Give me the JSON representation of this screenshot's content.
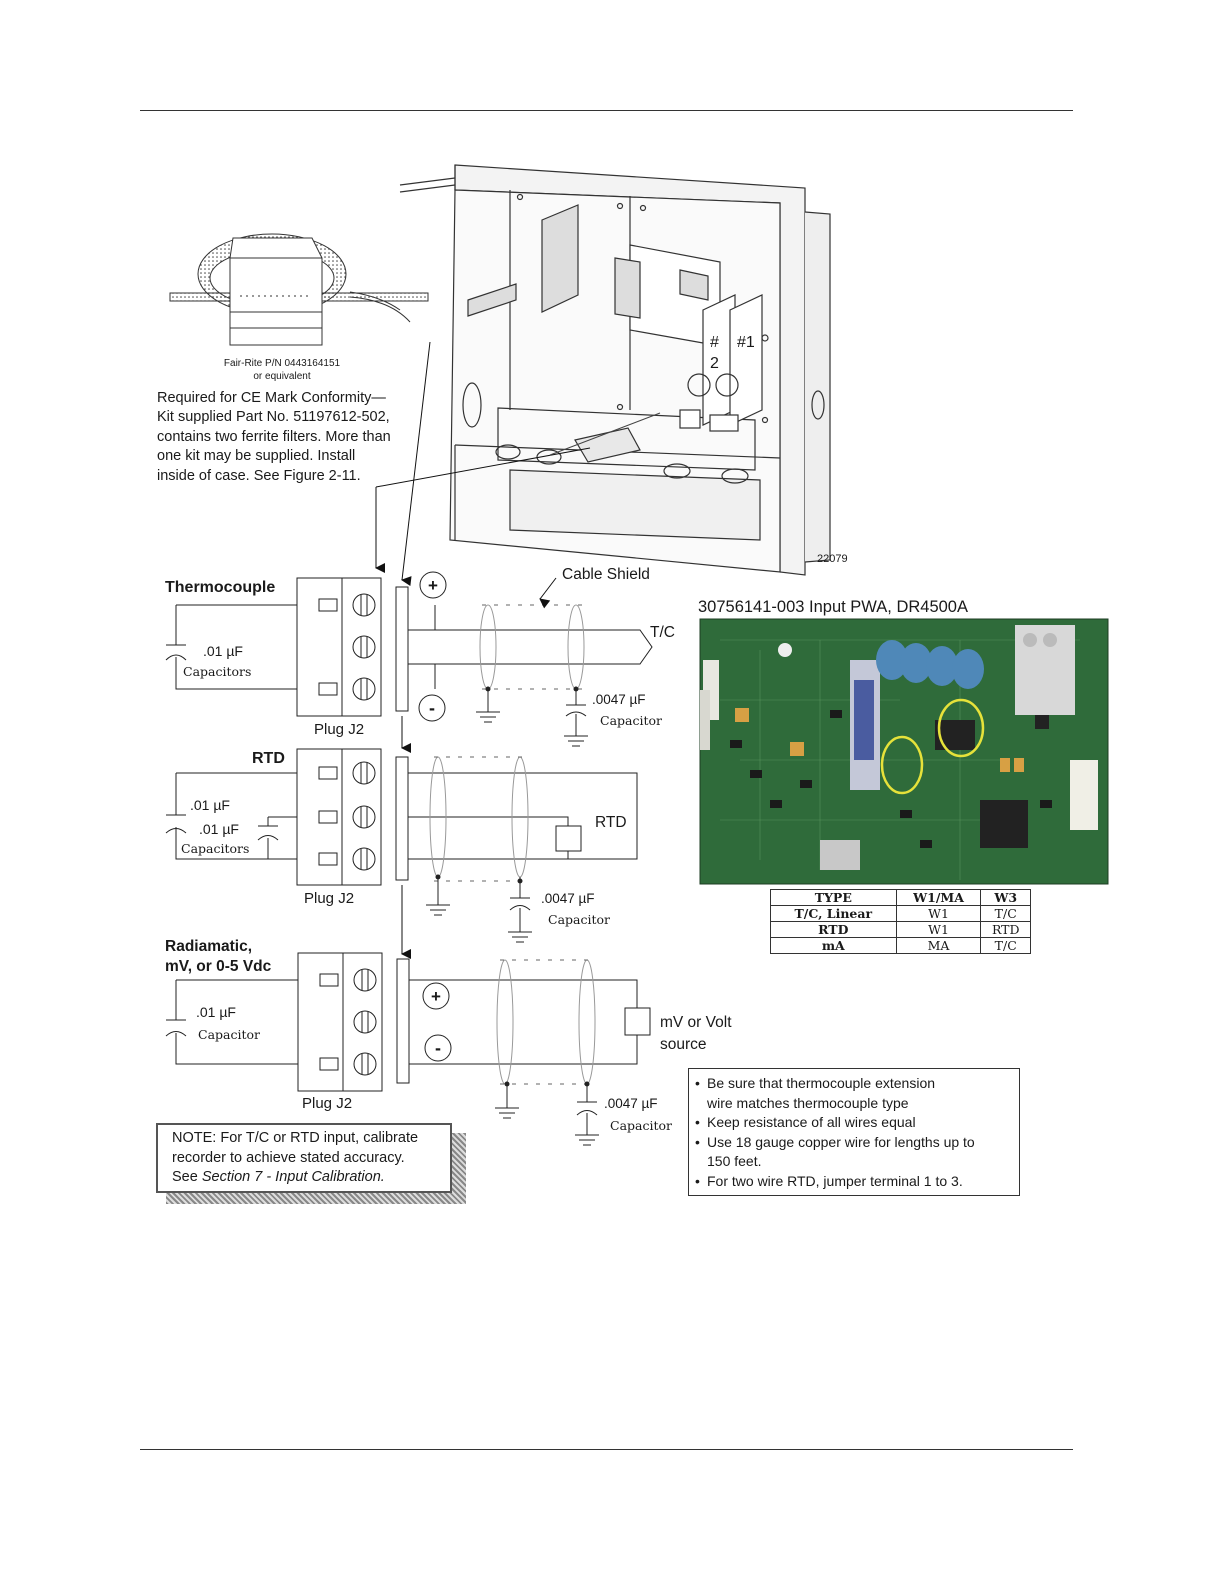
{
  "ferrite": {
    "part_label": "Fair-Rite P/N 0443164151",
    "equiv_label": "or equivalent",
    "note_lines": [
      "Required for CE Mark Conformity—",
      "Kit supplied Part No. 51197612-502,",
      "contains two ferrite filters. More than",
      "one kit may be supplied. Install",
      "inside of case. See Figure 2-11."
    ]
  },
  "case": {
    "slot2_label": "#",
    "slot2_num": "2",
    "slot1_label": "#1",
    "figure_id": "22079"
  },
  "thermocouple": {
    "title": "Thermocouple",
    "cap_value": ".01 µF",
    "cap_label": "Capacitors",
    "plug": "Plug  J2",
    "plus": "+",
    "minus": "-",
    "shield_label": "Cable Shield",
    "sensor": "T/C",
    "shield_cap_value": ".0047 µF",
    "shield_cap_label": "Capacitor"
  },
  "rtd": {
    "title": "RTD",
    "cap1_value": ".01 µF",
    "cap2_value": ".01 µF",
    "cap_label": "Capacitors",
    "plug": "Plug  J2",
    "sensor": "RTD",
    "shield_cap_value": ".0047 µF",
    "shield_cap_label": "Capacitor"
  },
  "radiamatic": {
    "title_line1": "Radiamatic,",
    "title_line2": "mV, or 0-5 Vdc",
    "cap_value": ".01 µF",
    "cap_label": "Capacitor",
    "plug": "Plug  J2",
    "plus": "+",
    "minus": "-",
    "source_line1": "mV or Volt",
    "source_line2": "source",
    "shield_cap_value": ".0047 µF",
    "shield_cap_label": "Capacitor"
  },
  "note": {
    "line1": "NOTE: For T/C or RTD input, calibrate",
    "line2": "recorder to achieve stated accuracy.",
    "line3_prefix": "See ",
    "line3_italic": "Section 7 - Input Calibration."
  },
  "pcb": {
    "title": "30756141-003  Input PWA, DR4500A",
    "table": {
      "headers": [
        "TYPE",
        "W1/MA",
        "W3"
      ],
      "rows": [
        [
          "T/C, Linear",
          "W1",
          "T/C"
        ],
        [
          "RTD",
          "W1",
          "RTD"
        ],
        [
          "mA",
          "MA",
          "T/C"
        ]
      ]
    }
  },
  "bullets": [
    "Be sure that thermocouple extension",
    "wire matches thermocouple type",
    "Keep resistance of all wires equal",
    "Use 18 gauge copper wire for lengths up to",
    "150 feet.",
    "For two wire RTD, jumper terminal 1 to 3."
  ],
  "colors": {
    "pcb_green": "#2f6b3a",
    "highlight_yellow": "#e6e23a",
    "shield_gray": "#9a9a9a"
  }
}
